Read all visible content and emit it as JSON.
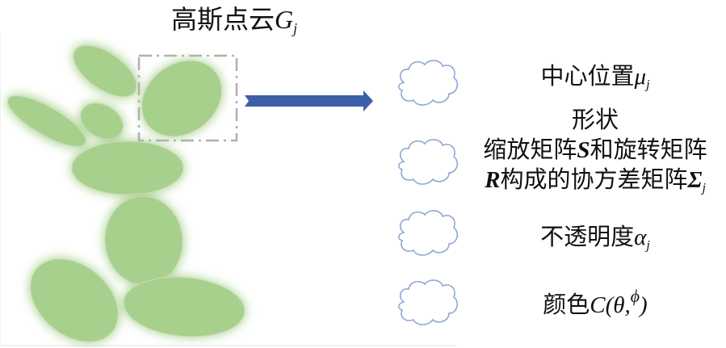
{
  "title": {
    "text": "高斯点云",
    "symbol": "G",
    "sub": "j"
  },
  "attributes": [
    {
      "text": "中心位置",
      "symbol": "μ",
      "sub": "j",
      "icon": "cloud-icon"
    },
    {
      "line1": "形状",
      "line2a": "缩放矩阵",
      "S": "S",
      "line2b": "和旋转矩阵",
      "R": "R",
      "line3": "构成的协方差矩阵",
      "symbol": "Σ",
      "sub": "j",
      "icon": "cloud-icon"
    },
    {
      "text": "不透明度",
      "symbol": "α",
      "sub": "j",
      "icon": "cloud-icon"
    },
    {
      "text": "颜色",
      "symbol": "C(θ,",
      "sup": "ϕ",
      "close": ")",
      "icon": "cloud-icon"
    }
  ],
  "colors": {
    "ellipse": "#a8d08d",
    "arrow": "#3c5fa8",
    "cloud_stroke": "#8fa6d4",
    "dash": "#b0b0b0"
  }
}
